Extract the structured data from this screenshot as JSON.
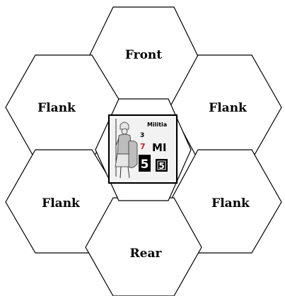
{
  "hexes": {
    "front": "Front",
    "flank_upper_left": "Flank",
    "flank_upper_right": "Flank",
    "flank_lower_left": "Flank",
    "flank_lower_right": "Flank",
    "rear": "Rear"
  },
  "counter": {
    "unit_type": "Militia",
    "upper_value": "3",
    "red_value": "7",
    "troop_type": "MI",
    "left_box": "5",
    "right_box": "5",
    "icon": "soldier-figure-icon"
  }
}
